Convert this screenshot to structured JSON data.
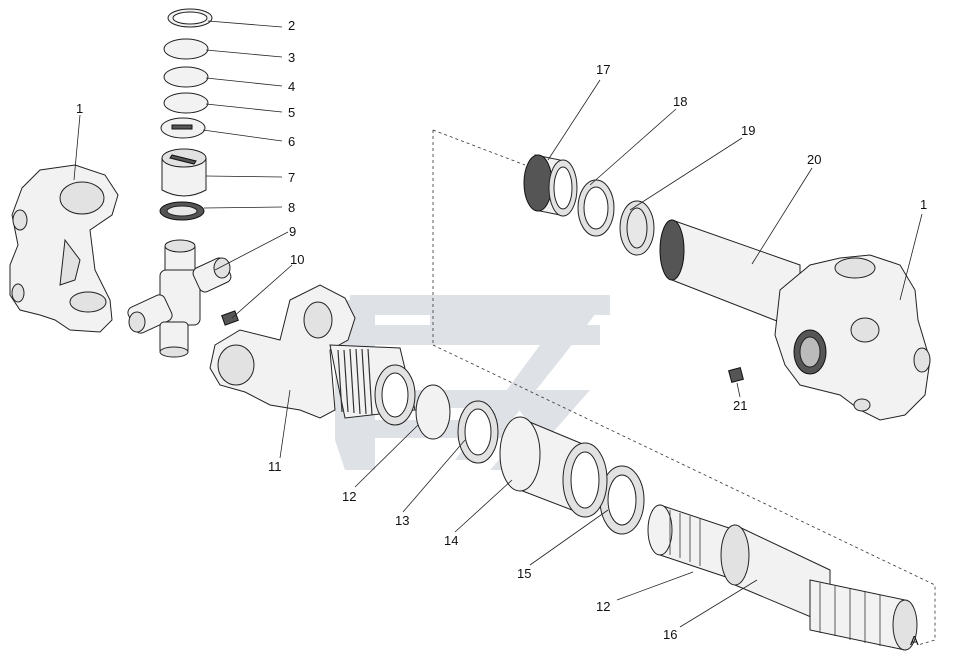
{
  "diagram": {
    "callouts": [
      {
        "id": "c1a",
        "text": "1"
      },
      {
        "id": "c2",
        "text": "2"
      },
      {
        "id": "c3",
        "text": "3"
      },
      {
        "id": "c4",
        "text": "4"
      },
      {
        "id": "c5",
        "text": "5"
      },
      {
        "id": "c6",
        "text": "6"
      },
      {
        "id": "c7",
        "text": "7"
      },
      {
        "id": "c8",
        "text": "8"
      },
      {
        "id": "c9",
        "text": "9"
      },
      {
        "id": "c10",
        "text": "10"
      },
      {
        "id": "c11",
        "text": "11"
      },
      {
        "id": "c12a",
        "text": "12"
      },
      {
        "id": "c13",
        "text": "13"
      },
      {
        "id": "c14",
        "text": "14"
      },
      {
        "id": "c15",
        "text": "15"
      },
      {
        "id": "c12b",
        "text": "12"
      },
      {
        "id": "c16",
        "text": "16"
      },
      {
        "id": "c17",
        "text": "17"
      },
      {
        "id": "c18",
        "text": "18"
      },
      {
        "id": "c19",
        "text": "19"
      },
      {
        "id": "c20",
        "text": "20"
      },
      {
        "id": "c1b",
        "text": "1"
      },
      {
        "id": "c21",
        "text": "21"
      }
    ],
    "view_marker": "A",
    "watermark_color": "#d8dbe0"
  }
}
